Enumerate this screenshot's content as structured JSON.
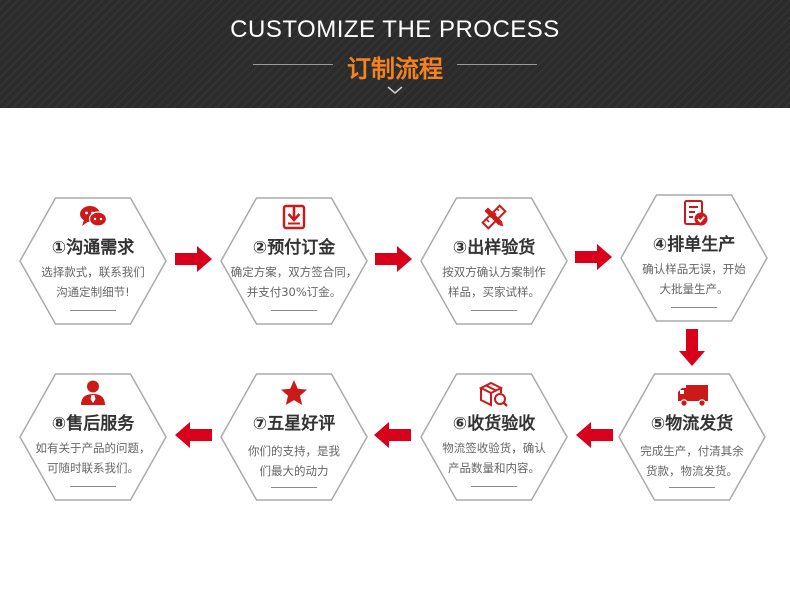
{
  "header": {
    "title_en": "CUSTOMIZE THE PROCESS",
    "title_cn": "订制流程"
  },
  "colors": {
    "accent_orange": "#f58220",
    "arrow_red": "#d9001b",
    "icon_red": "#cc1a1a",
    "hex_border": "#aaaaaa",
    "header_bg": "#2b2b2b"
  },
  "steps": [
    {
      "title": "①沟通需求",
      "desc": [
        "选择款式，联系我们",
        "沟通定制细节!"
      ],
      "icon": "chat-bubbles-icon"
    },
    {
      "title": "②预付订金",
      "desc": [
        "确定方案，双方签合同，",
        "并支付30%订金。"
      ],
      "icon": "download-box-icon"
    },
    {
      "title": "③出样验货",
      "desc": [
        "按双方确认方案制作",
        "样品，买家试样。"
      ],
      "icon": "ruler-pencil-icon"
    },
    {
      "title": "④排单生产",
      "desc": [
        "确认样品无误，开始",
        "大批量生产。"
      ],
      "icon": "checklist-icon"
    },
    {
      "title": "⑤物流发货",
      "desc": [
        "完成生产，付清其余",
        "货款，物流发货。"
      ],
      "icon": "truck-icon"
    },
    {
      "title": "⑥收货验收",
      "desc": [
        "物流签收验货，确认",
        "产品数量和内容。"
      ],
      "icon": "box-search-icon"
    },
    {
      "title": "⑦五星好评",
      "desc": [
        "你们的支持，是我",
        "们最大的动力"
      ],
      "icon": "star-icon"
    },
    {
      "title": "⑧售后服务",
      "desc": [
        "如有关于产品的问题，",
        "可随时联系我们。"
      ],
      "icon": "user-icon"
    }
  ]
}
